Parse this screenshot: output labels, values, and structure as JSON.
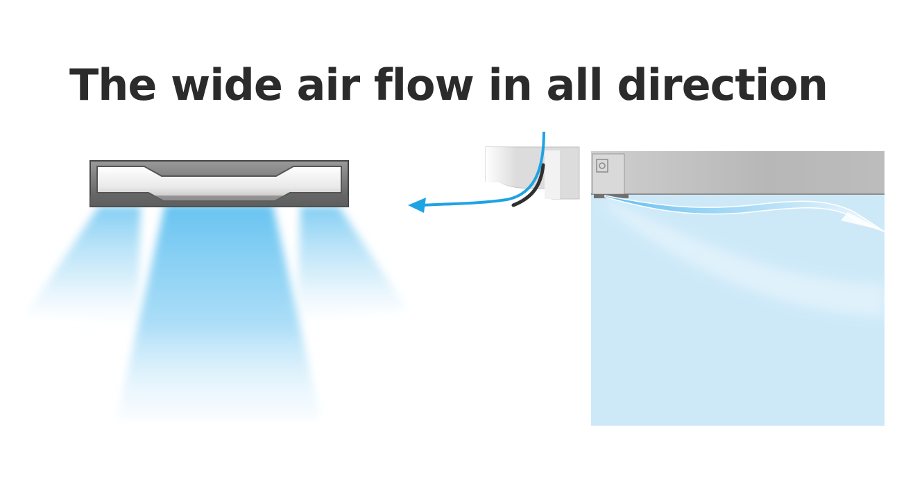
{
  "title": "The wide air flow in all direction",
  "colors": {
    "title_text": "#2b2b2b",
    "air_blue": "#4fb6ea",
    "arrow_blue": "#1ea3e3",
    "room_blue": "#cde9f8",
    "unit_gray": "#7a7a7a",
    "ceiling_gray": "#c8c8c8"
  },
  "diagram": {
    "left_view": "front view of ceiling unit with downward and angled air streams",
    "detail_view": "cross-section of outlet louver with air flow arrow",
    "right_view": "side view of room with air flow along ceiling"
  }
}
